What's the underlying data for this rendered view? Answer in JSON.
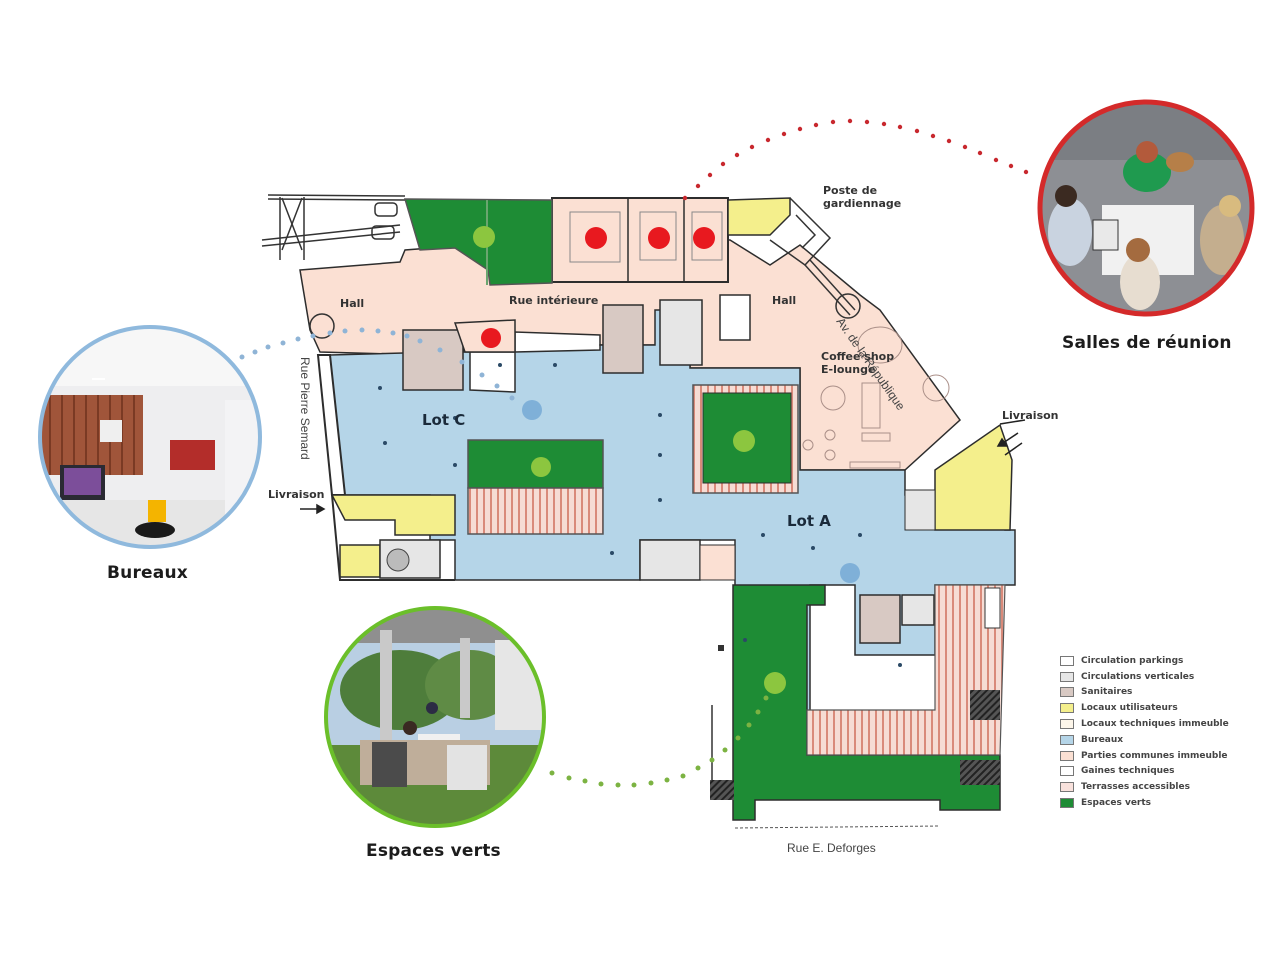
{
  "callouts": {
    "meeting_rooms": {
      "title": "Salles de réunion",
      "ring_color": "#d42a2a",
      "dot_color": "#c8282e"
    },
    "offices": {
      "title": "Bureaux",
      "ring_color": "#8fb9dd",
      "dot_color": "#8fb4d6"
    },
    "green_spaces": {
      "title": "Espaces verts",
      "ring_color": "#6bbf2a",
      "dot_color": "#7cb342"
    }
  },
  "plan": {
    "lots": [
      {
        "name": "Lot C"
      },
      {
        "name": "Lot A"
      }
    ],
    "labels": {
      "hall_west": "Hall",
      "hall_east": "Hall",
      "rue_interieure": "Rue intérieure",
      "poste_line1": "Poste de",
      "poste_line2": "gardiennage",
      "coffee_line1": "Coffee shop",
      "coffee_line2": "E-lounge",
      "livraison_west": "Livraison",
      "livraison_east": "Livraison"
    },
    "streets": {
      "republique": "Av. de la République",
      "pierre_semard": "Rue Pierre Semard",
      "deforges": "Rue E. Deforges"
    }
  },
  "legend": {
    "items": [
      {
        "label": "Circulation parkings",
        "color": "#ffffff"
      },
      {
        "label": "Circulations verticales",
        "color": "#e6e6e6"
      },
      {
        "label": "Sanitaires",
        "color": "#d8c9c3"
      },
      {
        "label": "Locaux utilisateurs",
        "color": "#f4ef8c"
      },
      {
        "label": "Locaux techniques immeuble",
        "color": "#fdf6ea"
      },
      {
        "label": "Bureaux",
        "color": "#b5d5e8"
      },
      {
        "label": "Parties communes immeuble",
        "color": "#fbe0d3"
      },
      {
        "label": "Gaines techniques",
        "color": "#ffffff"
      },
      {
        "label": "Terrasses accessibles",
        "color": "#f8e1dc"
      },
      {
        "label": "Espaces verts",
        "color": "#1e8c35"
      }
    ]
  },
  "colors": {
    "bureaux": "#b5d5e8",
    "communes": "#fbe0d3",
    "utilisateurs": "#f4ef8c",
    "verts": "#1e8c35",
    "vert_dot": "#8cc63f",
    "reunion_dot": "#e8191f",
    "bureaux_dot": "#8fb4d6",
    "wall": "#2d2d2d"
  }
}
